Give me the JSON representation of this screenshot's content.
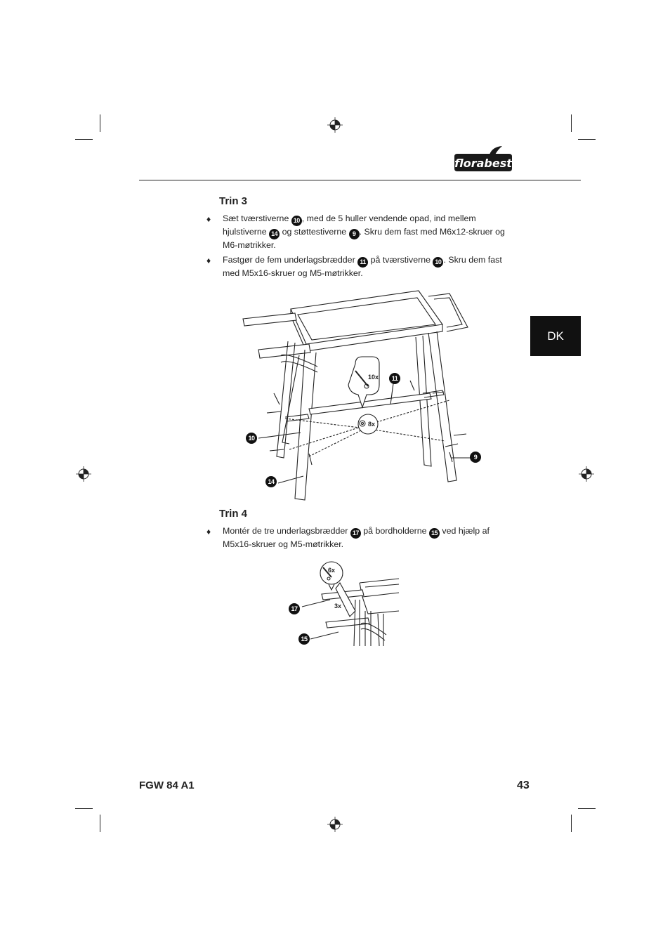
{
  "brand": {
    "logo_text": "florabest"
  },
  "language_tab": "DK",
  "step3": {
    "title": "Trin 3",
    "bullet1": {
      "t1": "Sæt tværstiverne ",
      "c1": "10",
      "t2": ", med de 5 huller vendende opad, ind mellem hjulstiverne ",
      "c2": "14",
      "t3": " og støttestiverne ",
      "c3": "9",
      "t4": ". Skru dem fast med M6x12-skruer og M6-møtrikker."
    },
    "bullet2": {
      "t1": "Fastgør de fem underlagsbrædder ",
      "c1": "11",
      "t2": " på tværstiverne ",
      "c2": "10",
      "t3": ". Skru dem fast med M5x16-skruer og M5-møtrikker."
    },
    "figure": {
      "screw_qty": "10x",
      "nut_qty": "8x",
      "callouts": {
        "c11": "11",
        "c10": "10",
        "c14": "14",
        "c9": "9"
      }
    }
  },
  "step4": {
    "title": "Trin 4",
    "bullet1": {
      "t1": "Montér de tre underlagsbrædder ",
      "c1": "17",
      "t2": " på bordholderne ",
      "c2": "15",
      "t3": " ved hjælp af M5x16-skruer og M5-møtrikker."
    },
    "figure": {
      "screw_qty": "6x",
      "board_qty": "3x",
      "callouts": {
        "c17": "17",
        "c15": "15"
      }
    }
  },
  "footer": {
    "model": "FGW 84 A1",
    "page": "43"
  }
}
